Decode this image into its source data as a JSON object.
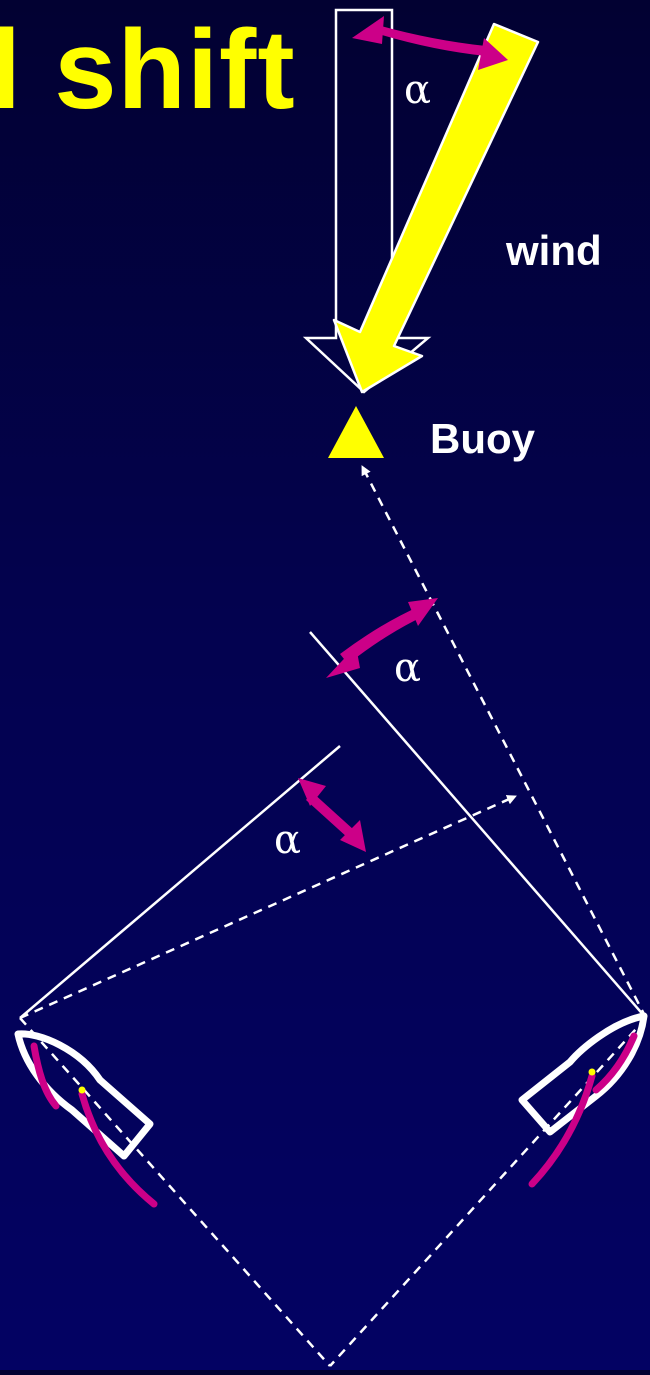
{
  "title": "l shift",
  "labels": {
    "wind": "wind",
    "buoy": "Buoy",
    "angle_symbol": "α"
  },
  "colors": {
    "background_top": "#020132",
    "background_bottom": "#030263",
    "title": "#ffff00",
    "wind_arrow": "#ffff00",
    "buoy": "#ffff00",
    "angle_arrows": "#cc0088",
    "lines": "#ffffff",
    "sails": "#cc0088"
  },
  "diagram_elements": [
    "original-wind-arrow-outline",
    "shifted-wind-arrow",
    "buoy-triangle",
    "boat-left",
    "boat-right",
    "course-lines",
    "angle-alpha-markers"
  ]
}
